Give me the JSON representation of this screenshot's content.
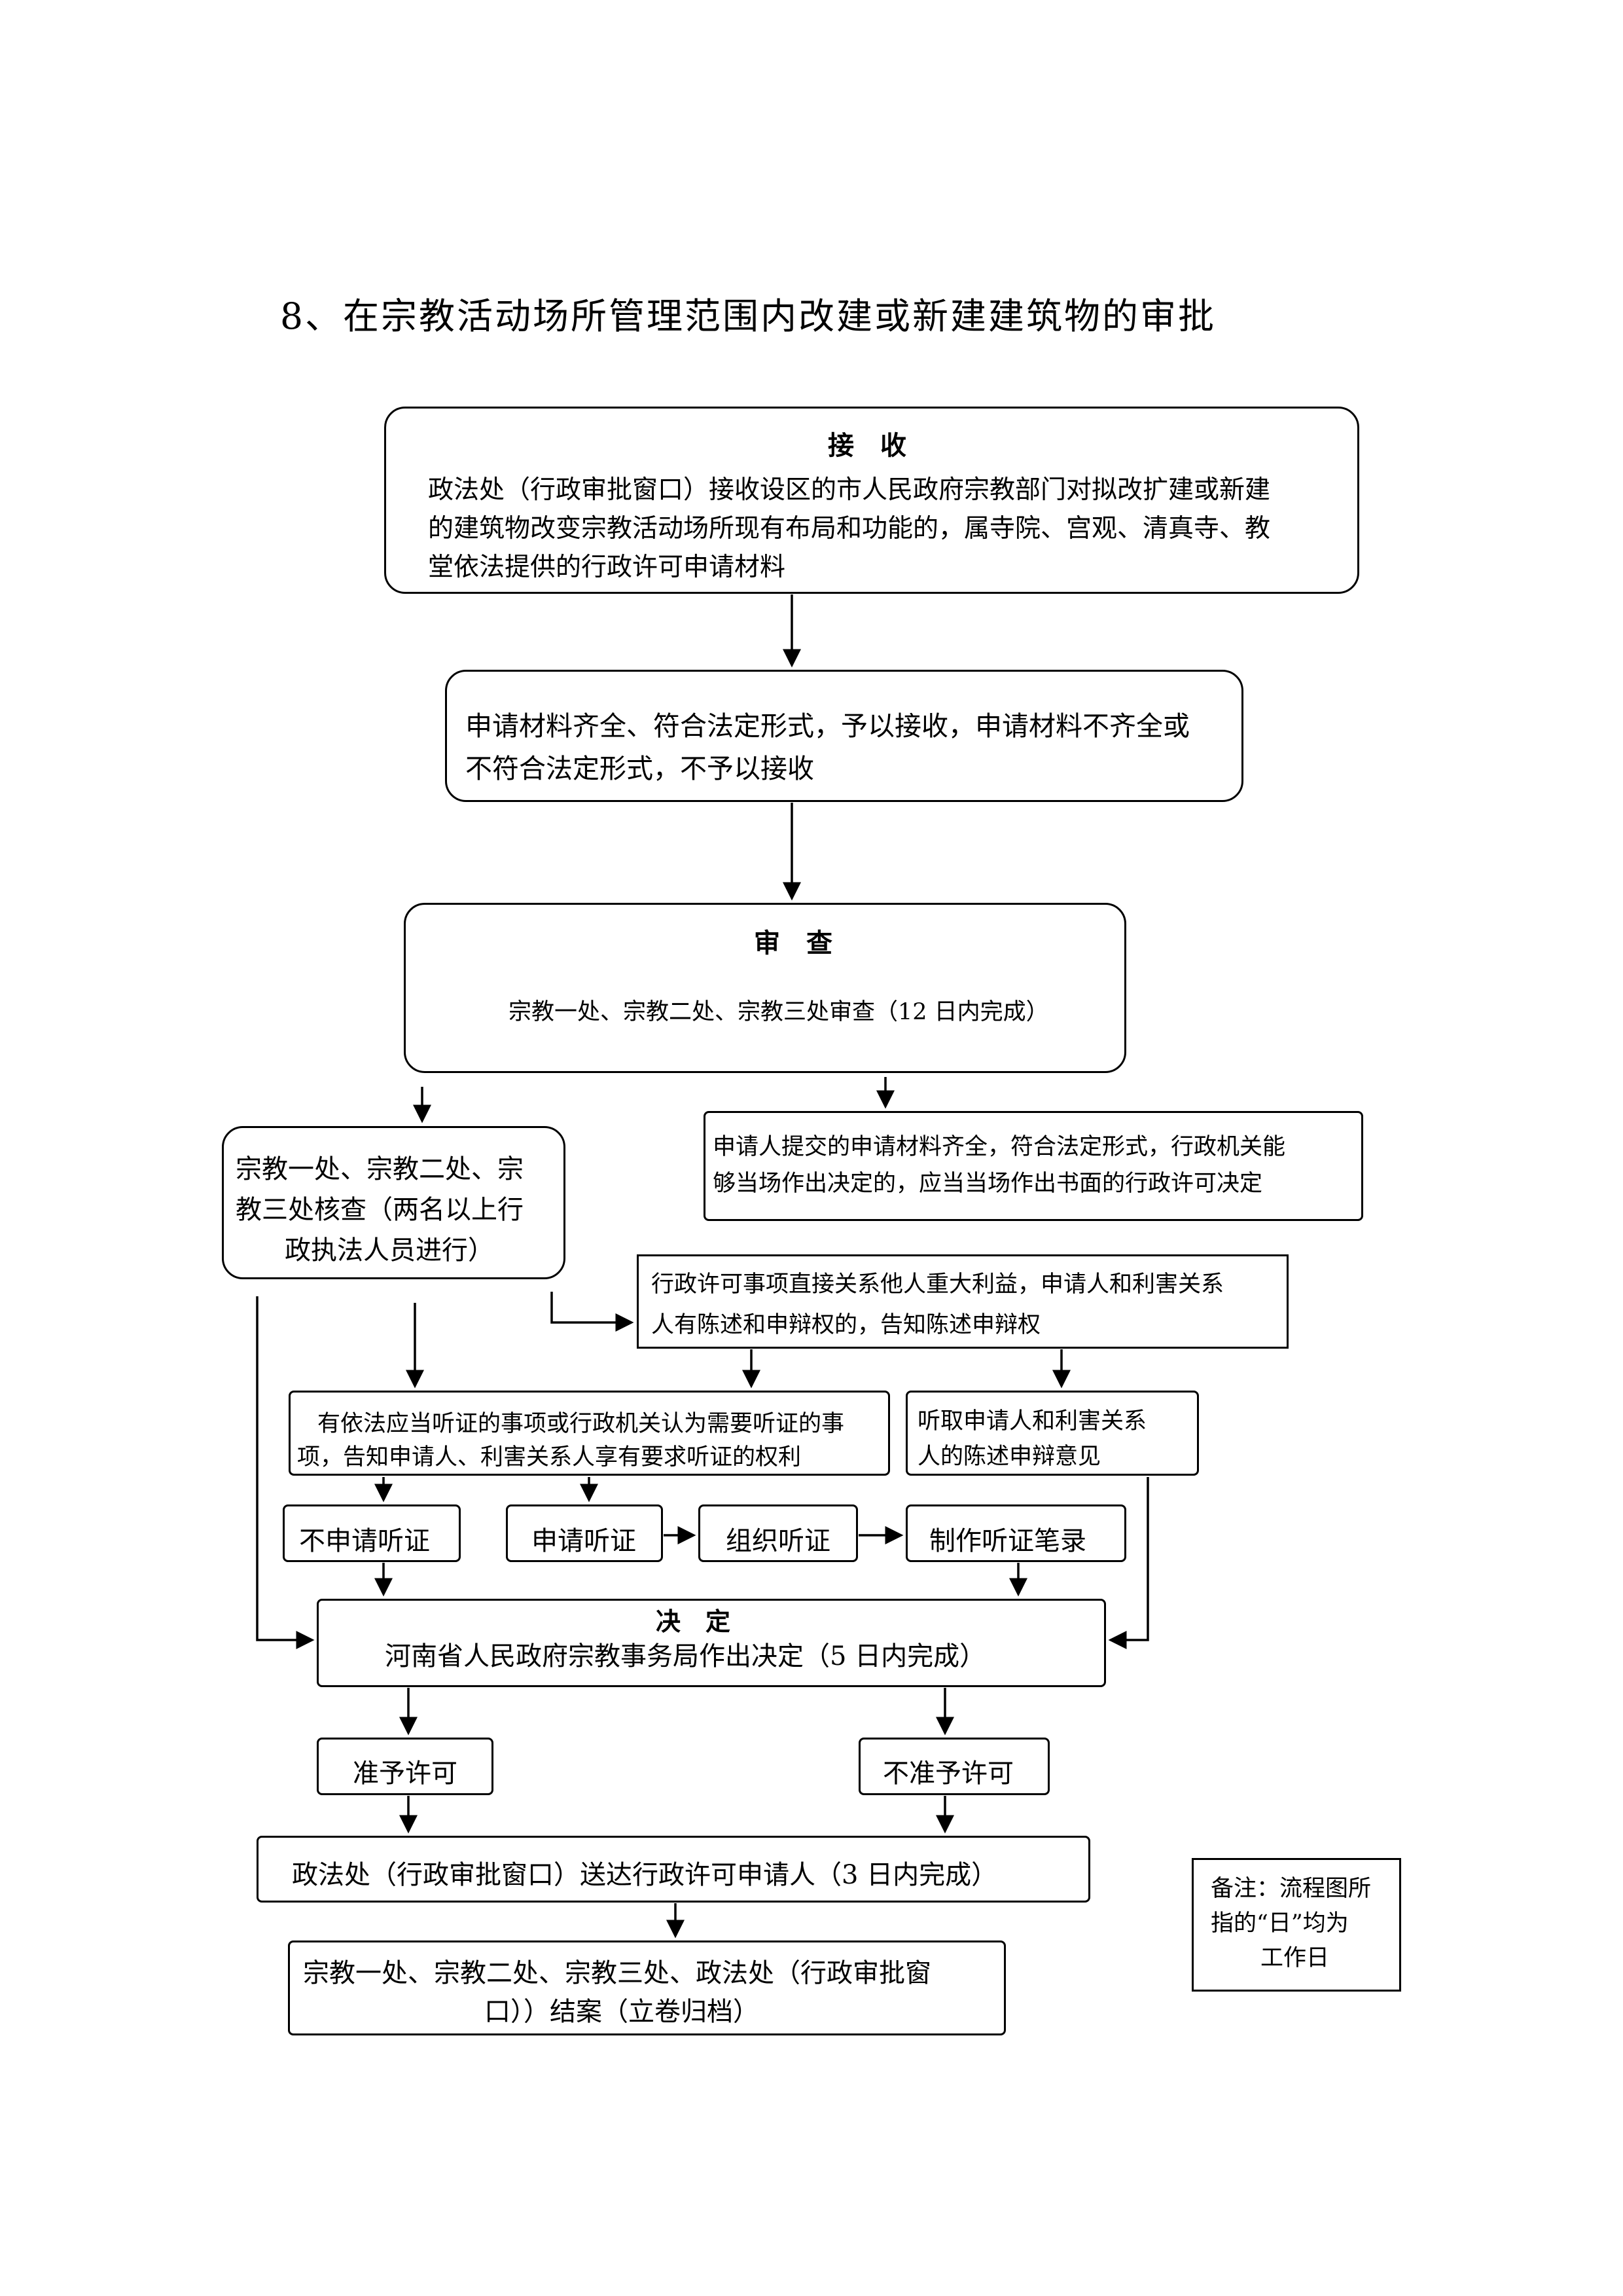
{
  "title": "8、在宗教活动场所管理范围内改建或新建建筑物的审批",
  "receive": {
    "heading": "接　收",
    "line1": "政法处（行政审批窗口）接收设区的市人民政府宗教部门对拟改扩建或新建",
    "line2": "的建筑物改变宗教活动场所现有布局和功能的，属寺院、宫观、清真寺、教",
    "line3": "堂依法提供的行政许可申请材料"
  },
  "check_materials": {
    "line1": "申请材料齐全、符合法定形式，予以接收，申请材料不齐全或",
    "line2": "不符合法定形式，不予以接收"
  },
  "review": {
    "heading": "审　查",
    "text": "宗教一处、宗教二处、宗教三处审查（12 日内完成）"
  },
  "verify": {
    "line1": "宗教一处、宗教二处、宗",
    "line2": "教三处核查（两名以上行",
    "line3": "政执法人员进行）"
  },
  "on_site": {
    "line1": "申请人提交的申请材料齐全，符合法定形式，行政机关能",
    "line2": "够当场作出决定的，应当当场作出书面的行政许可决定"
  },
  "statement": {
    "line1": "行政许可事项直接关系他人重大利益，申请人和利害关系",
    "line2": "人有陈述和申辩权的，告知陈述申辩权"
  },
  "hearing_notice": {
    "line1": "有依法应当听证的事项或行政机关认为需要听证的事",
    "line2": "项，告知申请人、利害关系人享有要求听证的权利"
  },
  "listen_opinions": {
    "line1": "听取申请人和利害关系",
    "line2": "人的陈述申辩意见"
  },
  "no_hearing": "不申请听证",
  "apply_hearing": "申请听证",
  "organize_hearing": "组织听证",
  "hearing_record": "制作听证笔录",
  "decision": {
    "heading": "决　定",
    "text": "河南省人民政府宗教事务局作出决定（5 日内完成）"
  },
  "grant": "准予许可",
  "deny": "不准予许可",
  "deliver": "政法处（行政审批窗口）送达行政许可申请人（3 日内完成）",
  "close_case": {
    "line1": "宗教一处、宗教二处、宗教三处、政法处（行政审批窗",
    "line2": "口））结案（立卷归档）"
  },
  "note": {
    "line1": "备注：流程图所",
    "line2": "指的“日”均为",
    "line3": "工作日"
  }
}
